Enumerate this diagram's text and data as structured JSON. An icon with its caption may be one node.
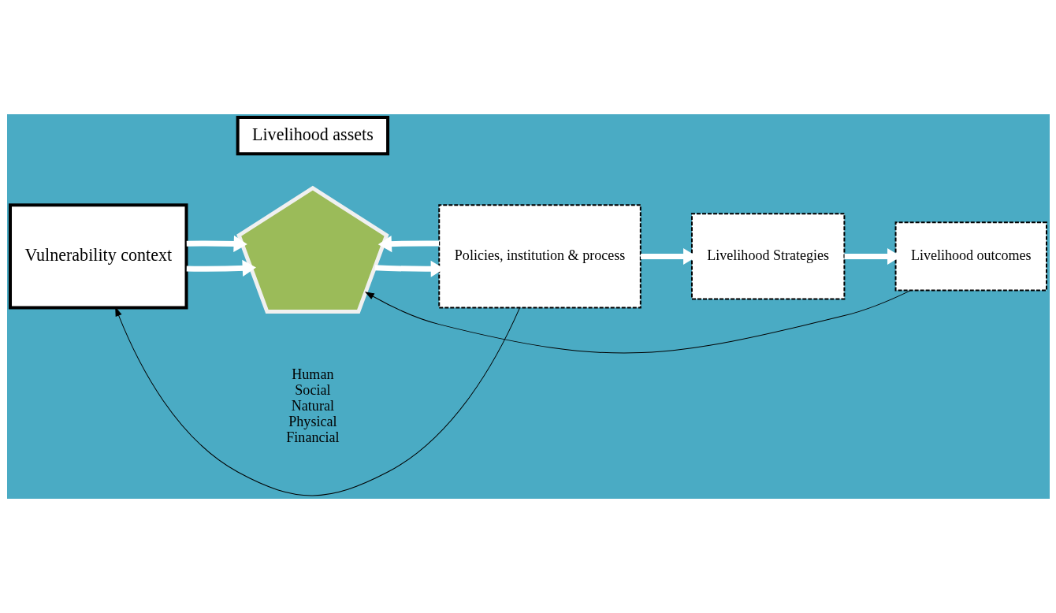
{
  "diagram": {
    "nodes": [
      {
        "text": [
          "Livelihood assets"
        ]
      },
      {
        "text": [],
        "shape": "pentagon",
        "beside": [
          "Human",
          "Social",
          "Natural",
          "Physical",
          "Financial"
        ]
      },
      {
        "text": [
          "Vulnerability context"
        ]
      },
      {
        "text": [
          "Policies, institution & process"
        ]
      },
      {
        "text": [
          "Livelihood Strategies"
        ]
      },
      {
        "text": [
          "Livelihood outcomes"
        ]
      }
    ],
    "edges": [
      {
        "from": 3,
        "to": 2,
        "arrow": "to",
        "color": "#000000"
      },
      {
        "from": 2,
        "to": 1,
        "arrow": "to"
      },
      {
        "from": 2,
        "to": 1,
        "arrow": "to"
      },
      {
        "from": 1,
        "to": 3,
        "arrow": "to"
      },
      {
        "from": 3,
        "to": 1,
        "arrow": "to"
      },
      {
        "from": 3,
        "to": 4,
        "arrow": "to"
      },
      {
        "from": 4,
        "to": 5,
        "arrow": "to"
      },
      {
        "from": 5,
        "to": 1,
        "arrow": "to",
        "color": "#000000"
      }
    ]
  }
}
